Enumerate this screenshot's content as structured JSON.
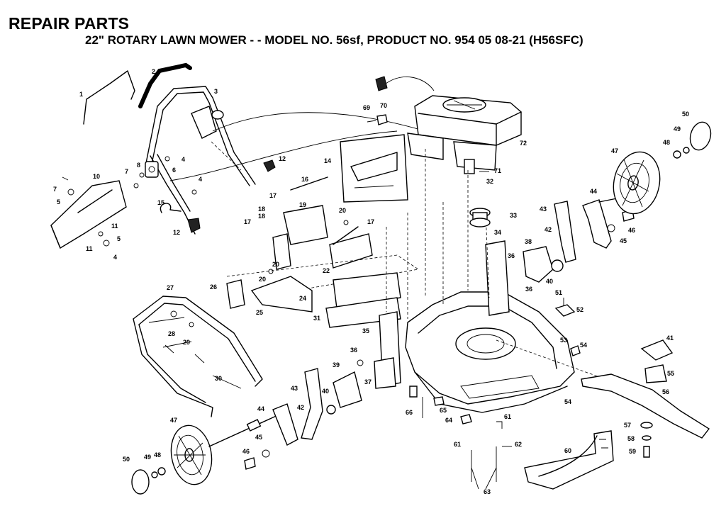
{
  "header": {
    "title": "REPAIR PARTS",
    "subtitle": "22\" ROTARY LAWN MOWER - - MODEL NO. 56sf, PRODUCT NO. 954 05 08-21 (H56SFC)"
  },
  "callouts": [
    "1",
    "2",
    "3",
    "4",
    "4",
    "4",
    "5",
    "5",
    "6",
    "7",
    "7",
    "8",
    "10",
    "11",
    "11",
    "12",
    "12",
    "14",
    "15",
    "16",
    "17",
    "17",
    "17",
    "18",
    "18",
    "19",
    "20",
    "20",
    "20",
    "22",
    "24",
    "25",
    "26",
    "27",
    "28",
    "29",
    "30",
    "31",
    "32",
    "33",
    "34",
    "35",
    "36",
    "36",
    "36",
    "37",
    "38",
    "39",
    "40",
    "40",
    "41",
    "42",
    "42",
    "43",
    "43",
    "44",
    "44",
    "45",
    "45",
    "46",
    "46",
    "47",
    "47",
    "48",
    "48",
    "49",
    "49",
    "50",
    "50",
    "51",
    "52",
    "53",
    "54",
    "54",
    "55",
    "56",
    "57",
    "58",
    "59",
    "60",
    "61",
    "61",
    "62",
    "63",
    "64",
    "65",
    "66",
    "69",
    "70",
    "71",
    "72"
  ]
}
